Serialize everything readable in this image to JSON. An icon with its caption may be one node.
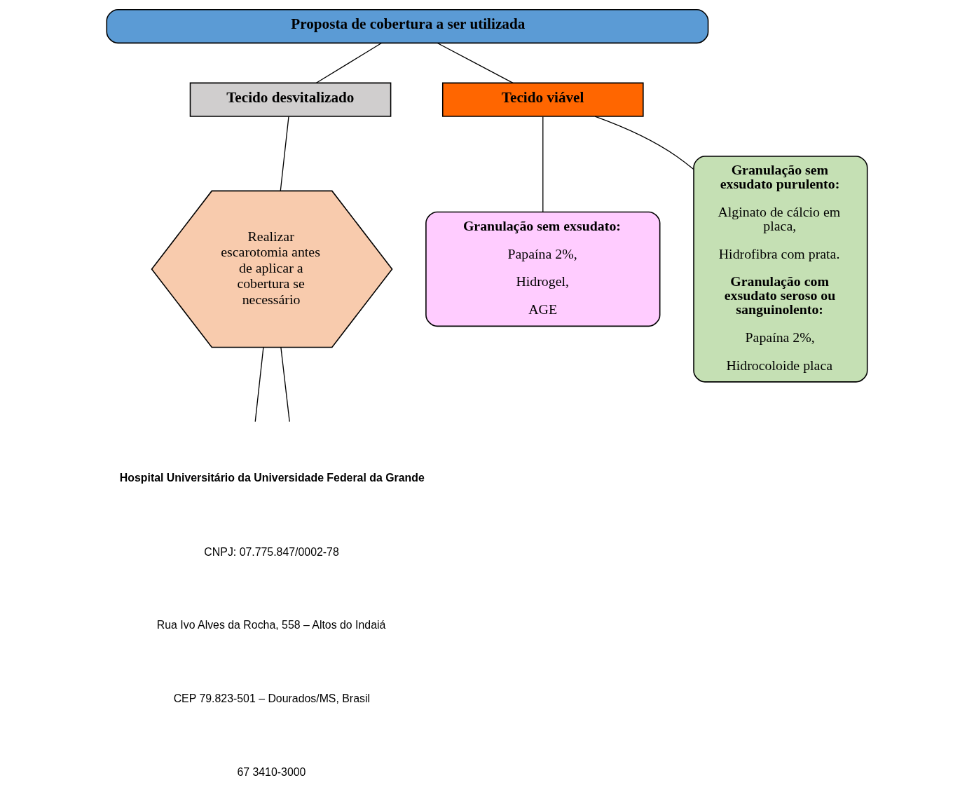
{
  "diagram": {
    "nodes": [
      {
        "text": [
          "Proposta de cobertura a ser utilizada"
        ]
      },
      {
        "text": [
          "Tecido desvitalizado"
        ]
      },
      {
        "text": [
          "Tecido viável"
        ]
      },
      {
        "text": [
          "Realizar escarotomia antes de aplicar a cobertura se necessário"
        ]
      },
      {
        "text": [
          "Granulação sem exsudato:",
          "Papaína 2%,",
          "Hidrogel,",
          "AGE"
        ]
      },
      {
        "text": [
          "Granulação sem exsudato purulento:",
          "Alginato de cálcio em placa,",
          "Hidrofibra com prata.",
          "Granulação com exsudato seroso ou sanguinolento:",
          "Papaína 2%,",
          "Hidrocoloide placa"
        ]
      }
    ],
    "edges": [
      {
        "from": 0,
        "to": 1,
        "arrow": "none"
      },
      {
        "from": 0,
        "to": 2,
        "arrow": "none"
      },
      {
        "from": 1,
        "to": 3,
        "arrow": "none"
      },
      {
        "from": 2,
        "to": 4,
        "arrow": "none"
      },
      {
        "from": 2,
        "to": 5,
        "arrow": "none"
      },
      {
        "from": 3,
        "to": null,
        "arrow": "none"
      },
      {
        "from": 3,
        "to": null,
        "arrow": "none"
      }
    ],
    "labels": [
      "Hospital Universitário da Universidade Federal da Grande",
      "CNPJ: 07.775.847/0002-78",
      "Rua Ivo Alves da Rocha, 558 – Altos do Indaiá",
      "CEP 79.823-501 – Dourados/MS, Brasil",
      "67 3410-3000"
    ]
  }
}
